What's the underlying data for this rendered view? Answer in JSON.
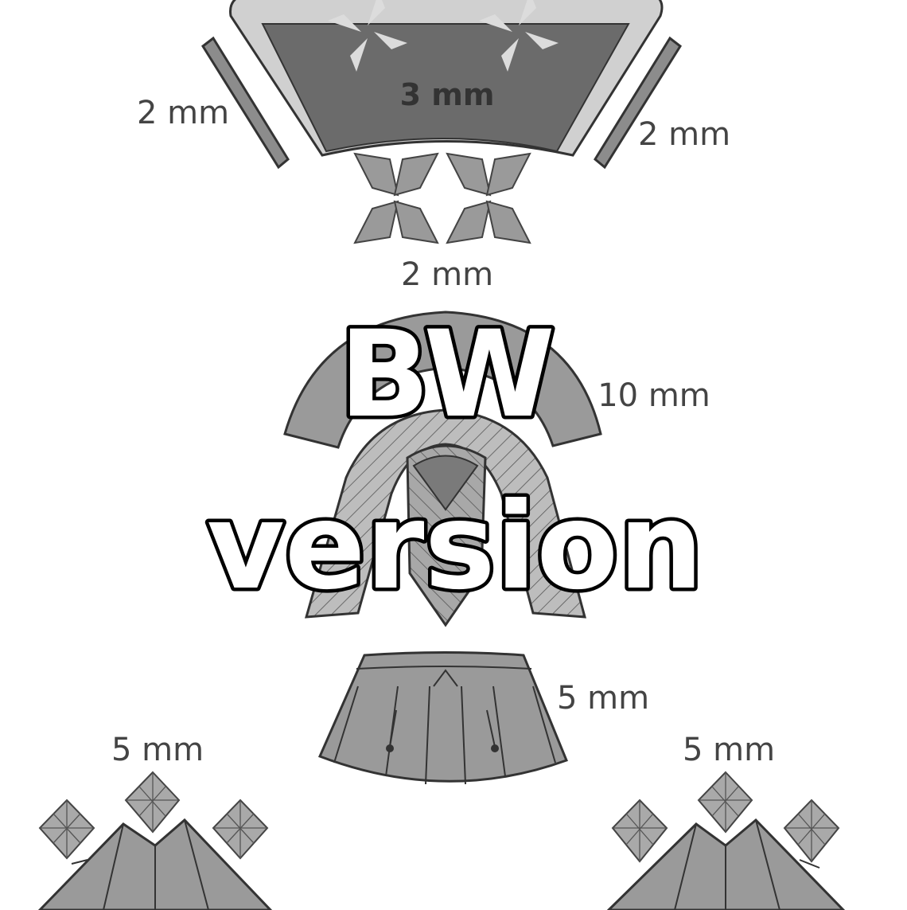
{
  "labels": {
    "top_center": "3 mm",
    "top_left": "2 mm",
    "top_right": "2 mm",
    "diamonds": "2 mm",
    "arch": "10 mm",
    "apron": "5 mm",
    "left_fan": "5 mm",
    "right_fan": "5 mm"
  },
  "watermark": {
    "line1": "BW",
    "line2": "version"
  },
  "colors": {
    "dark": "#6a6a6a",
    "mid": "#9a9a9a",
    "light": "#d8d8d8",
    "outline": "#333333"
  }
}
